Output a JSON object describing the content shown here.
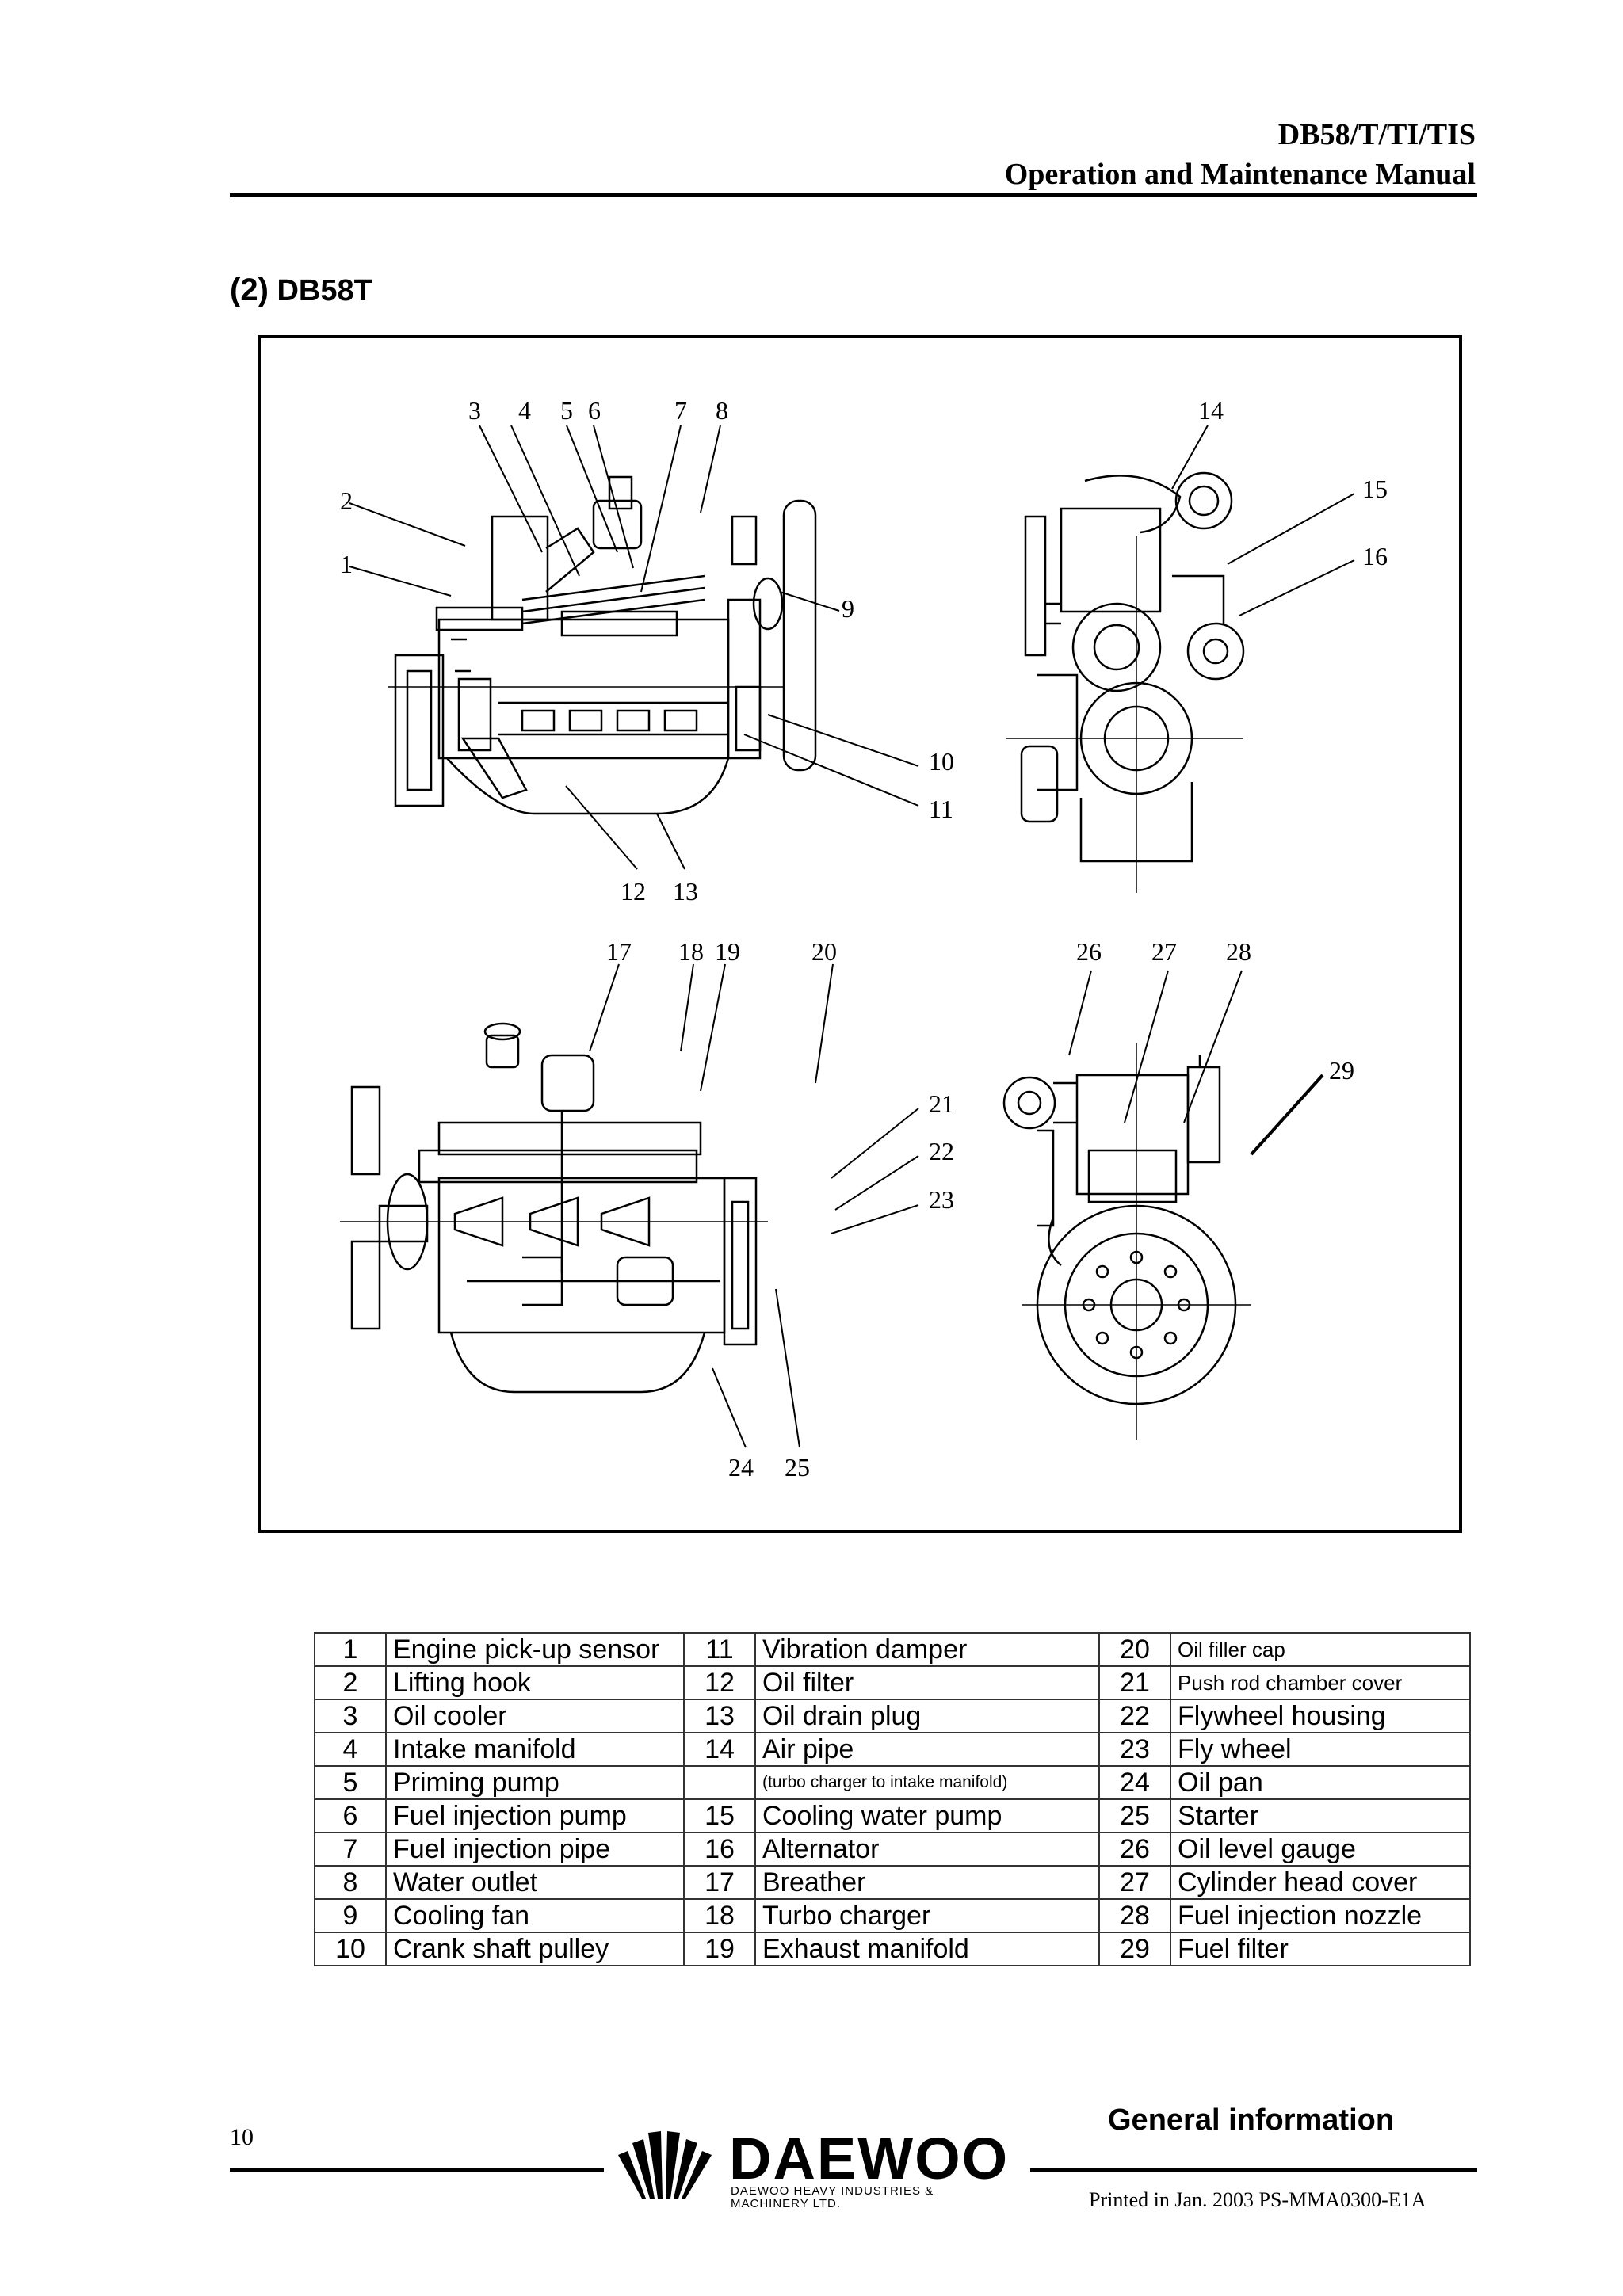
{
  "header": {
    "model": "DB58/T/TI/TIS",
    "title": "Operation and Maintenance Manual"
  },
  "section": {
    "number": "(2)",
    "name": "DB58T"
  },
  "figure": {
    "callouts": {
      "c1": "1",
      "c2": "2",
      "c3": "3",
      "c4": "4",
      "c5": "5",
      "c6": "6",
      "c7": "7",
      "c8": "8",
      "c9": "9",
      "c10": "10",
      "c11": "11",
      "c12": "12",
      "c13": "13",
      "c14": "14",
      "c15": "15",
      "c16": "16",
      "c17": "17",
      "c18": "18",
      "c19": "19",
      "c20": "20",
      "c21": "21",
      "c22": "22",
      "c23": "23",
      "c24": "24",
      "c25": "25",
      "c26": "26",
      "c27": "27",
      "c28": "28",
      "c29": "29"
    }
  },
  "parts_table": {
    "rows": [
      {
        "n1": "1",
        "p1": "Engine pick-up sensor",
        "n2": "11",
        "p2": "Vibration damper",
        "n3": "20",
        "p3": "Oil filler cap"
      },
      {
        "n1": "2",
        "p1": "Lifting hook",
        "n2": "12",
        "p2": "Oil filter",
        "n3": "21",
        "p3": "Push rod chamber cover"
      },
      {
        "n1": "3",
        "p1": "Oil cooler",
        "n2": "13",
        "p2": "Oil drain plug",
        "n3": "22",
        "p3": "Flywheel housing"
      },
      {
        "n1": "4",
        "p1": "Intake manifold",
        "n2": "14",
        "p2": "Air pipe",
        "n3": "23",
        "p3": "Fly wheel"
      },
      {
        "n1": "5",
        "p1": "Priming pump",
        "n2": "",
        "p2": "(turbo charger to intake manifold)",
        "n3": "24",
        "p3": "Oil pan"
      },
      {
        "n1": "6",
        "p1": "Fuel injection pump",
        "n2": "15",
        "p2": "Cooling water pump",
        "n3": "25",
        "p3": "Starter"
      },
      {
        "n1": "7",
        "p1": "Fuel injection pipe",
        "n2": "16",
        "p2": "Alternator",
        "n3": "26",
        "p3": "Oil level gauge"
      },
      {
        "n1": "8",
        "p1": "Water outlet",
        "n2": "17",
        "p2": "Breather",
        "n3": "27",
        "p3": "Cylinder head cover"
      },
      {
        "n1": "9",
        "p1": "Cooling fan",
        "n2": "18",
        "p2": "Turbo charger",
        "n3": "28",
        "p3": "Fuel injection nozzle"
      },
      {
        "n1": "10",
        "p1": "Crank shaft pulley",
        "n2": "19",
        "p2": "Exhaust manifold",
        "n3": "29",
        "p3": "Fuel filter"
      }
    ]
  },
  "footer": {
    "page_number": "10",
    "section_name": "General information",
    "logo_word": "DAEWOO",
    "logo_sub1": "DAEWOO HEAVY INDUSTRIES &",
    "logo_sub2": "MACHINERY LTD.",
    "printed": "Printed in Jan. 2003 PS-MMA0300-E1A"
  }
}
